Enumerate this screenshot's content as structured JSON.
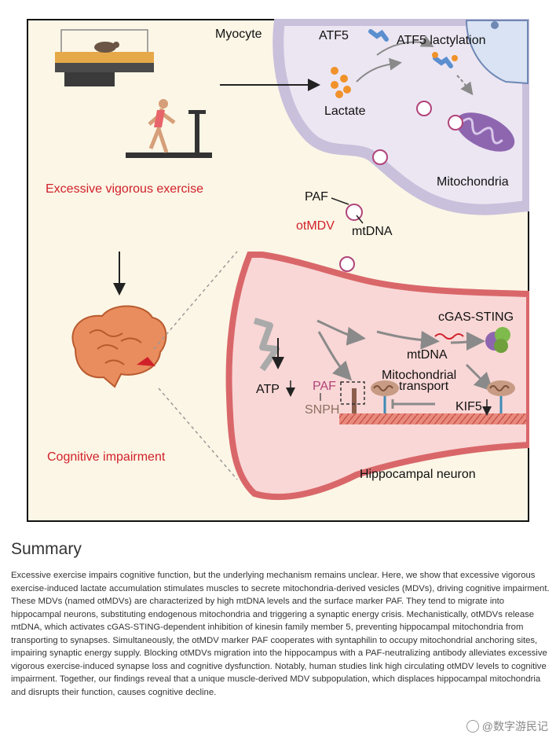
{
  "figure": {
    "labels": {
      "myocyte": "Myocyte",
      "atf5": "ATF5",
      "atf5_lactylation": "ATF5 lactylation",
      "lactate": "Lactate",
      "mitochondria": "Mitochondria",
      "excessive_exercise": "Excessive vigorous exercise",
      "paf_top": "PAF",
      "otmdv": "otMDV",
      "mtdna_top": "mtDNA",
      "cgas_sting": "cGAS-STING",
      "mtdna_neuron": "mtDNA",
      "mito_transport_line1": "Mitochondrial",
      "mito_transport_line2": "transport",
      "atp": "ATP",
      "paf_neuron": "PAF",
      "snph": "SNPH",
      "kif5": "KIF5",
      "cognitive_impairment": "Cognitive impairment",
      "hippocampal_neuron": "Hippocampal neuron"
    },
    "colors": {
      "background": "#fcf6e6",
      "muscle_cell": "#ece6f2",
      "neuron_fill": "#f9d7d6",
      "neuron_stroke": "#d9676a",
      "accent_red": "#d0212a",
      "lactate": "#f0922a",
      "mitochondria": "#8e66b0"
    }
  },
  "summary": {
    "title": "Summary",
    "text": "Excessive exercise impairs cognitive function, but the underlying mechanism remains unclear. Here, we show that excessive vigorous exercise-induced lactate accumulation stimulates muscles to secrete mitochondria-derived vesicles (MDVs), driving cognitive impairment. These MDVs (named otMDVs) are characterized by high mtDNA levels and the surface marker PAF. They tend to migrate into hippocampal neurons, substituting endogenous mitochondria and triggering a synaptic energy crisis. Mechanistically, otMDVs release mtDNA, which activates cGAS-STING-dependent inhibition of kinesin family member 5, preventing hippocampal mitochondria from transporting to synapses. Simultaneously, the otMDV marker PAF cooperates with syntaphilin to occupy mitochondrial anchoring sites, impairing synaptic energy supply. Blocking otMDVs migration into the hippocampus with a PAF-neutralizing antibody alleviates excessive vigorous exercise-induced synapse loss and cognitive dysfunction. Notably, human studies link high circulating otMDV levels to cognitive impairment. Together, our findings reveal that a unique muscle-derived MDV subpopulation, which displaces hippocampal mitochondria and disrupts their function, causes cognitive decline."
  },
  "watermark": {
    "text": "@数字游民记"
  }
}
